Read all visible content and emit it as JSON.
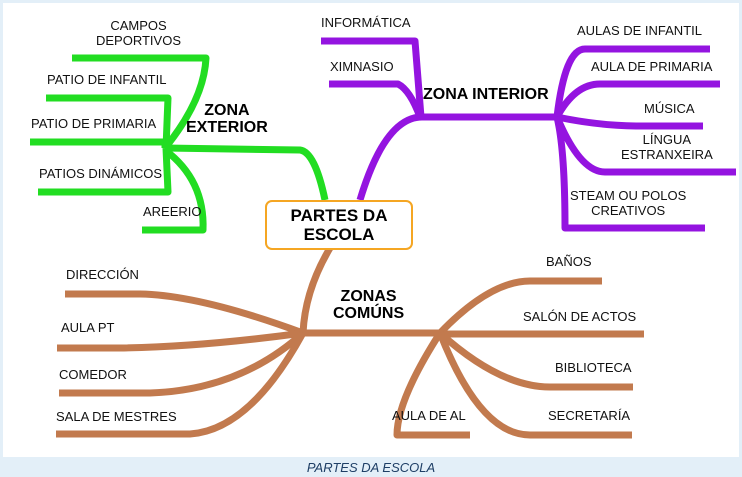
{
  "center": {
    "line1": "PARTES  DA",
    "line2": "ESCOLA"
  },
  "zones": {
    "exterior": {
      "line1": "ZONA",
      "line2": "EXTERIOR",
      "color": "#22dd22",
      "items": [
        "CAMPOS",
        "DEPORTIVOS",
        "PATIO DE INFANTIL",
        "PATIO DE PRIMARIA",
        "PATIOS DINÁMICOS",
        "AREERIO"
      ]
    },
    "interior": {
      "title": "ZONA INTERIOR",
      "color": "#9414e0",
      "items": [
        "INFORMÁTICA",
        "XIMNASIO",
        "AULAS DE INFANTIL",
        "AULA DE PRIMARIA",
        "MÚSICA",
        "LÍNGUA",
        "ESTRANXEIRA",
        "STEAM  OU  POLOS",
        "CREATIVOS"
      ]
    },
    "comuns": {
      "line1": "ZONAS",
      "line2": "COMÚNS",
      "color": "#c27a4e",
      "items": [
        "DIRECCIÓN",
        "AULA PT",
        "COMEDOR",
        "SALA DE MESTRES",
        "BAÑOS",
        "SALÓN DE ACTOS",
        "BIBLIOTECA",
        "SECRETARÍA",
        "AULA DE AL"
      ]
    }
  },
  "caption": "PARTES DA ESCOLA"
}
